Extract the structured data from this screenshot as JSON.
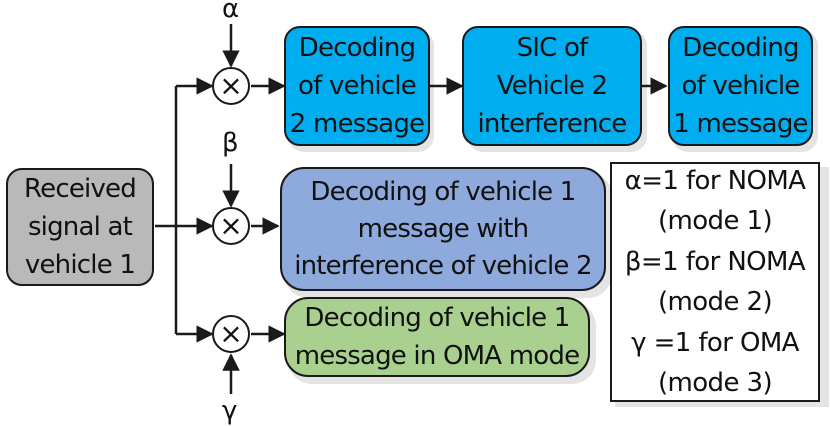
{
  "boxes": {
    "received": "Received\nsignal at\nvehicle 1",
    "decode_v2": "Decoding\nof vehicle\n2 message",
    "sic_v2": "SIC of\nVehicle 2\ninterference",
    "decode_v1": "Decoding\nof vehicle\n1 message",
    "noma_mode2": "Decoding of vehicle 1\nmessage with\ninterference of vehicle 2",
    "oma_mode3": "Decoding of vehicle 1\nmessage in OMA mode"
  },
  "multipliers": {
    "alpha": "α",
    "beta": "β",
    "gamma": "γ",
    "symbol": "×"
  },
  "legend": [
    "α=1 for NOMA",
    "(mode 1)",
    "β=1 for NOMA",
    "(mode 2)",
    "γ =1 for OMA",
    "(mode 3)"
  ]
}
